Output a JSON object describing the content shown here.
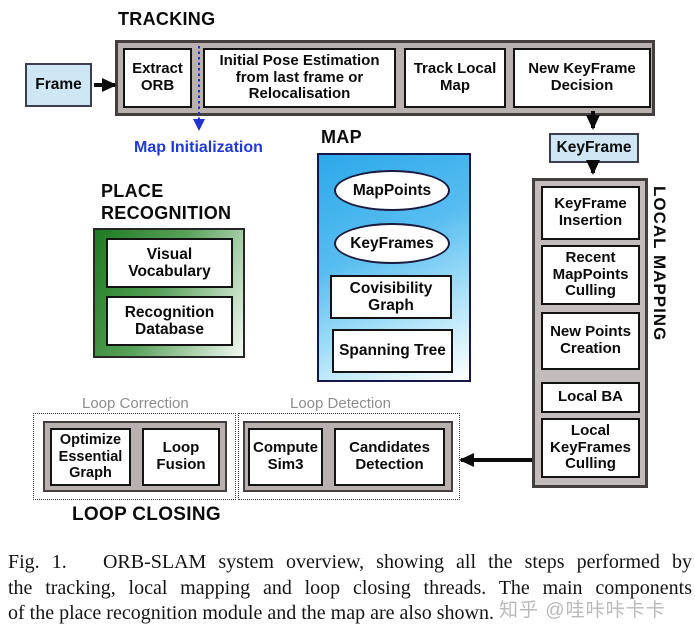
{
  "colors": {
    "container_gray": "#b9b0b0",
    "container_gray_light": "#c4bcbc",
    "container_border": "#443e3f",
    "box_border": "#131313",
    "light_blue_fill": "#cfe6f5",
    "map_blue_top": "#2da8ea",
    "map_blue_bottom": "#ffffff",
    "green_dark": "#1e7a20",
    "green_light": "#f2f9f2",
    "blue_accent": "#2139d6",
    "gray_label": "#8d8d8d",
    "watermark_gray": "#b9b9b9"
  },
  "tracking": {
    "title": "TRACKING",
    "frame": "Frame",
    "extract_orb": "Extract ORB",
    "initial_pose": "Initial Pose Estimation from last frame or Relocalisation",
    "track_local_map": "Track Local Map",
    "new_keyframe_decision": "New KeyFrame Decision"
  },
  "map_initialization_label": "Map Initialization",
  "map": {
    "title": "MAP",
    "map_points": "MapPoints",
    "keyframes": "KeyFrames",
    "covisibility_graph": "Covisibility Graph",
    "spanning_tree": "Spanning Tree"
  },
  "place_recognition": {
    "title_line1": "PLACE",
    "title_line2": "RECOGNITION",
    "visual_vocabulary": "Visual Vocabulary",
    "recognition_database": "Recognition Database"
  },
  "keyframe_label": "KeyFrame",
  "local_mapping": {
    "title": "LOCAL MAPPING",
    "boxes": [
      "KeyFrame Insertion",
      "Recent MapPoints Culling",
      "New Points Creation",
      "Local BA",
      "Local KeyFrames Culling"
    ]
  },
  "loop_closing": {
    "title": "LOOP CLOSING",
    "loop_correction_label": "Loop Correction",
    "loop_detection_label": "Loop Detection",
    "optimize_essential_graph": "Optimize Essential Graph",
    "loop_fusion": "Loop Fusion",
    "compute_sim3": "Compute Sim3",
    "candidates_detection": "Candidates Detection"
  },
  "caption": {
    "lines": [
      "Fig. 1.   ORB-SLAM system overview, showing all the steps performed by",
      "the tracking, local mapping and loop closing threads. The main components",
      "of the place recognition module and the map are also shown."
    ]
  },
  "watermark": "知乎 @哇咔咔卡卡"
}
